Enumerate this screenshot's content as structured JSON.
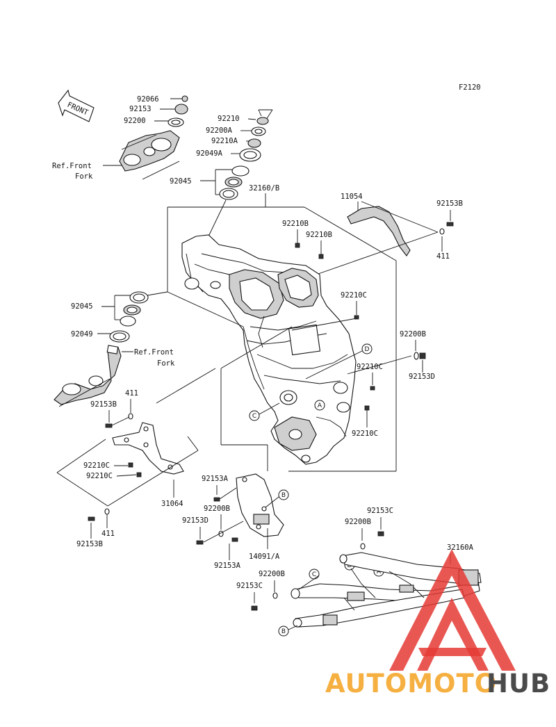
{
  "diagram_code": "F2120",
  "front_arrow_label": "FRONT",
  "labels": {
    "p92066": "92066",
    "p92153_top": "92153",
    "p92200_top": "92200",
    "ref_front_fork_1": "Ref.Front",
    "ref_front_fork_1b": "Fork",
    "p92210": "92210",
    "p92200A": "92200A",
    "p92210A": "92210A",
    "p92049A": "92049A",
    "p92045_top": "92045",
    "p32160B": "32160/B",
    "p11054": "11054",
    "p92153B_top": "92153B",
    "p411_top": "411",
    "p92210B_1": "92210B",
    "p92210B_2": "92210B",
    "p92210C_1": "92210C",
    "p92045_mid": "92045",
    "p92049": "92049",
    "ref_front_fork_2": "Ref.Front",
    "ref_front_fork_2b": "Fork",
    "p92200B_right": "92200B",
    "p92153D_right": "92153D",
    "p92210C_2": "92210C",
    "p411_left": "411",
    "p92153B_left": "92153B",
    "p92210C_3": "92210C",
    "p92210C_4": "92210C",
    "p92210C_5": "92210C",
    "p31064": "31064",
    "p92153A_1": "92153A",
    "p92200B_mid": "92200B",
    "p92153D_mid": "92153D",
    "p92153A_2": "92153A",
    "p14091A": "14091/A",
    "p411_bot": "411",
    "p92153B_bot": "92153B",
    "p92153C_1": "92153C",
    "p92200B_bot": "92200B",
    "p32160A": "32160A",
    "p92200B_b2": "92200B",
    "p92153C_2": "92153C"
  },
  "callouts": {
    "A": "A",
    "B": "B",
    "C": "C",
    "D": "D"
  },
  "watermark": {
    "part1": "AUTOMOTO",
    "part2": "HUB",
    "accent_color": "#e53935",
    "orange_color": "#f5b041",
    "gray_color": "#4a4a4a"
  }
}
